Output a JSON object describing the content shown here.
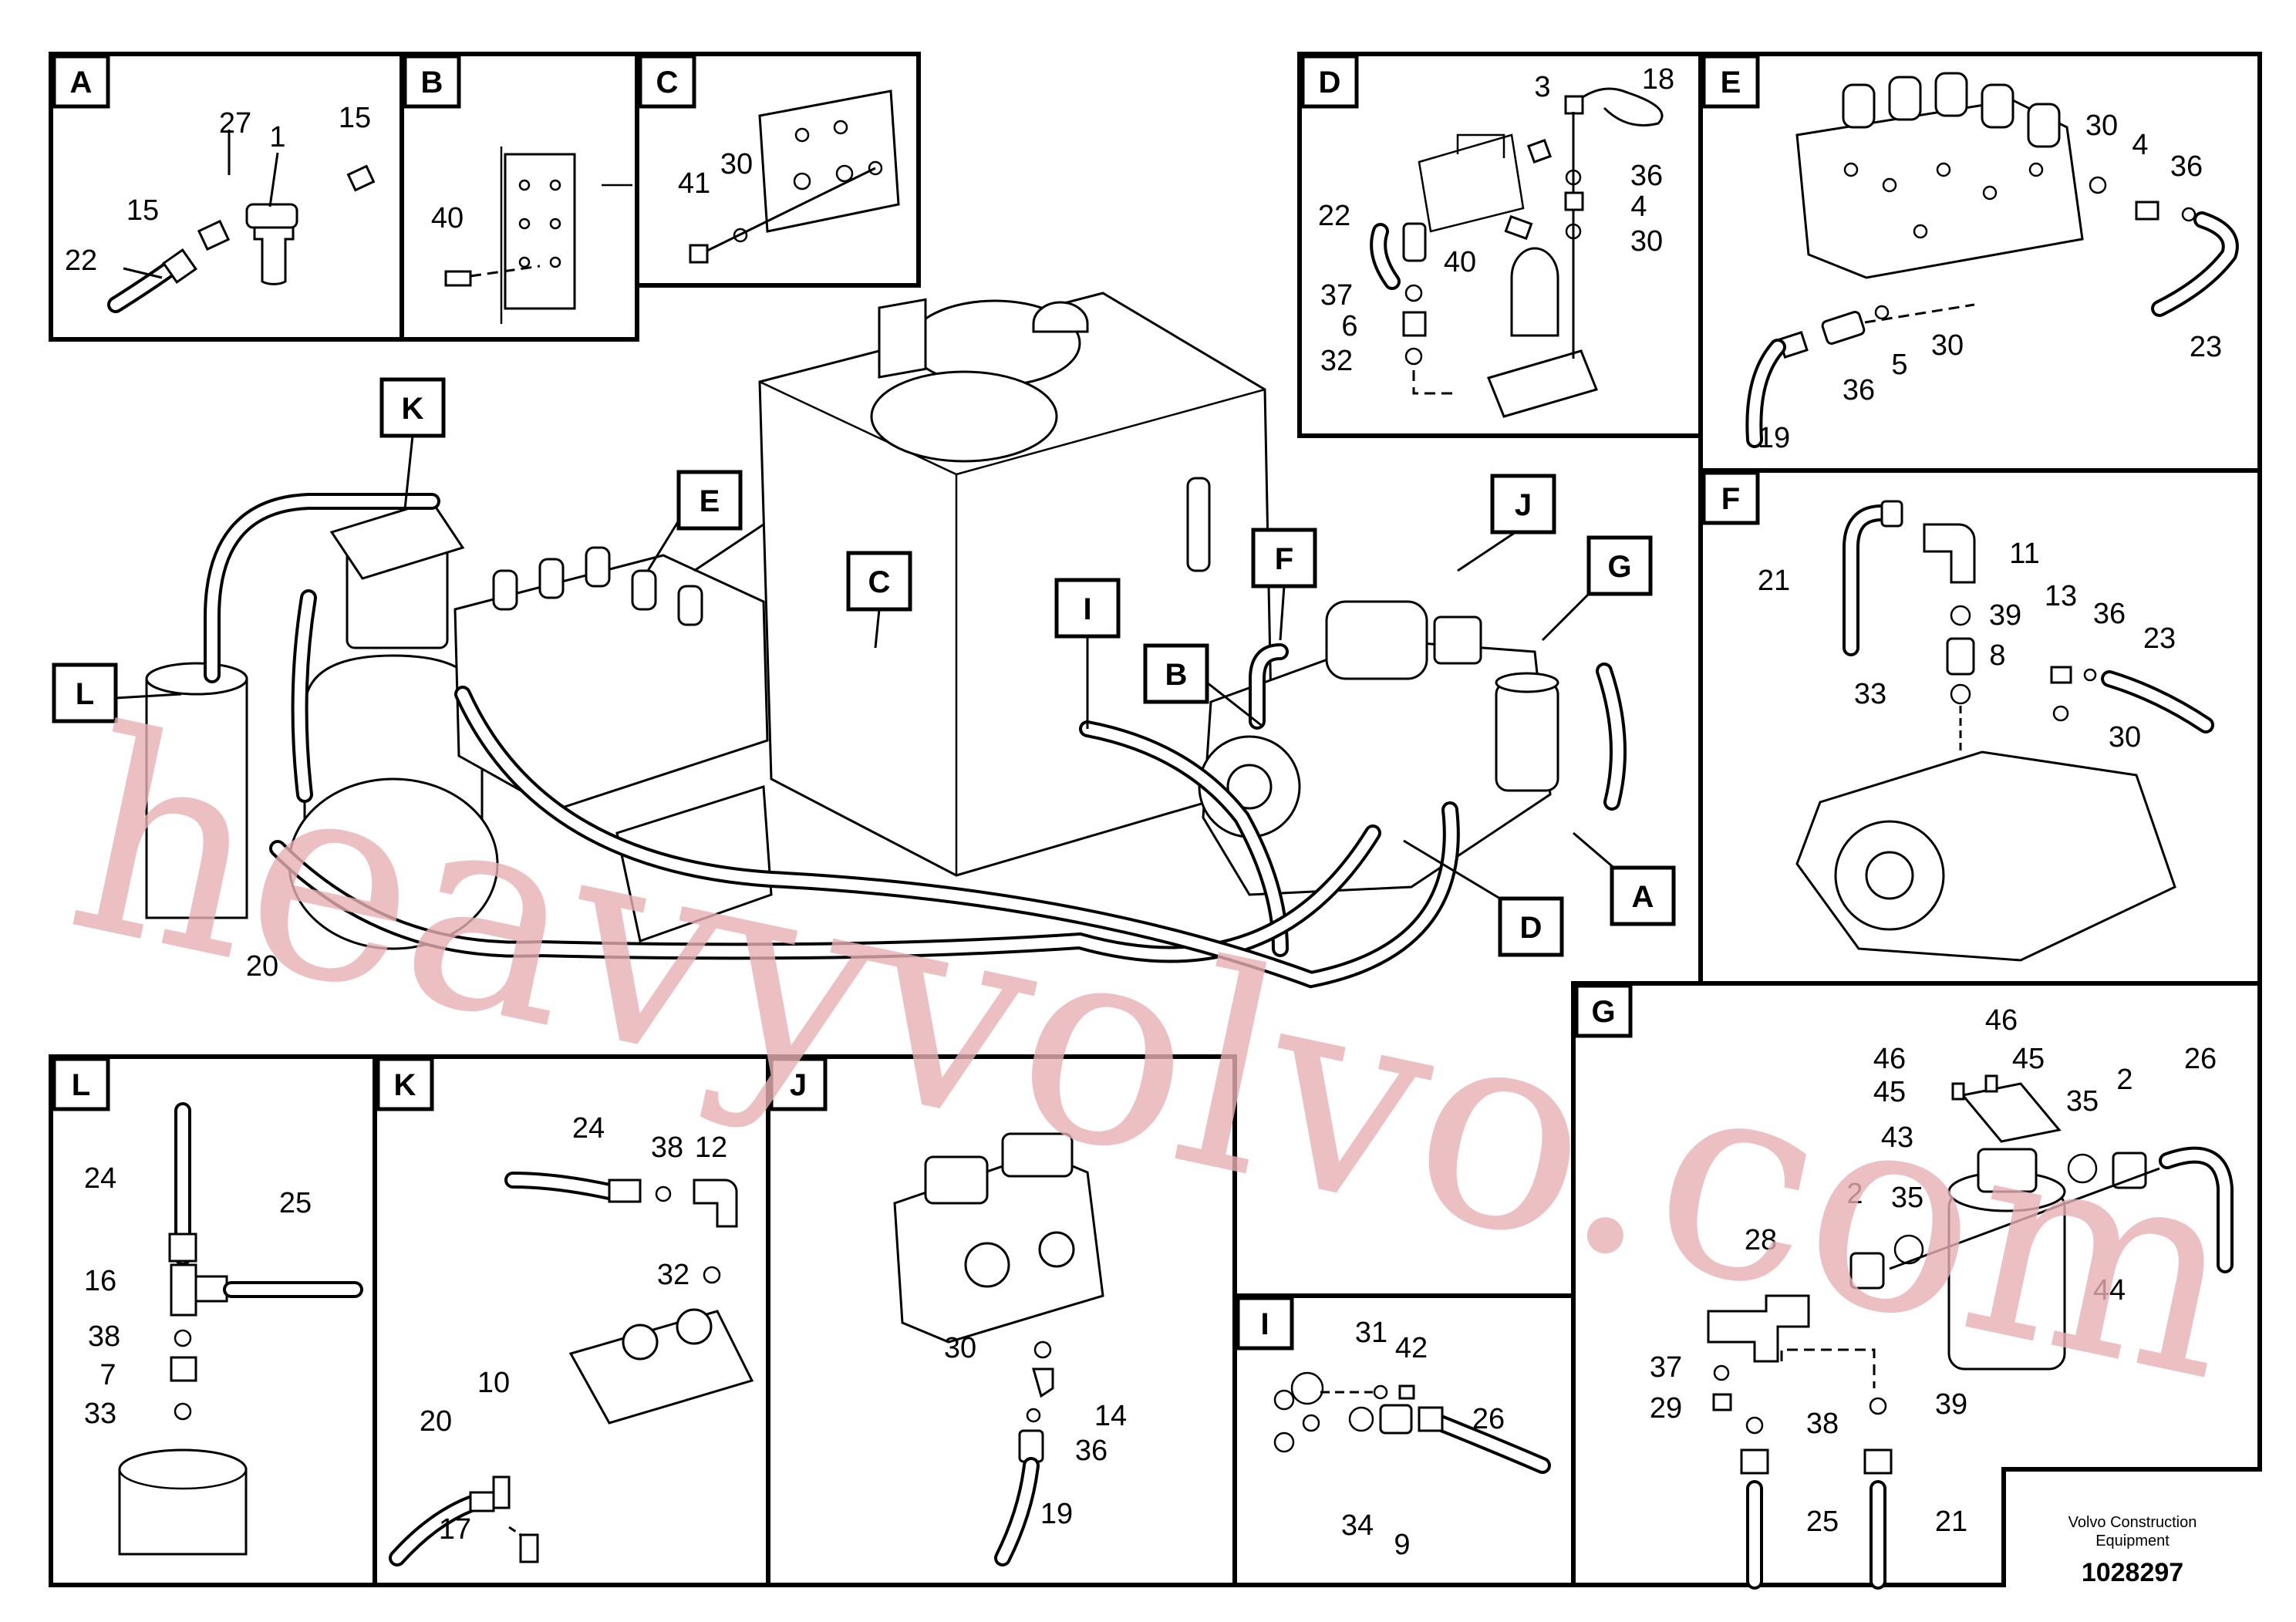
{
  "letters": [
    "A",
    "B",
    "C",
    "D",
    "E",
    "F",
    "G",
    "I",
    "J",
    "K",
    "L"
  ],
  "part_numbers": {
    "p1": "1",
    "p2": "2",
    "p3": "3",
    "p4": "4",
    "p5": "5",
    "p6": "6",
    "p7": "7",
    "p8": "8",
    "p9": "9",
    "p10": "10",
    "p11": "11",
    "p12": "12",
    "p13": "13",
    "p14": "14",
    "p15": "15",
    "p16": "16",
    "p17": "17",
    "p18": "18",
    "p19": "19",
    "p20": "20",
    "p21": "21",
    "p22": "22",
    "p23": "23",
    "p24": "24",
    "p25": "25",
    "p26": "26",
    "p27": "27",
    "p28": "28",
    "p29": "29",
    "p30": "30",
    "p31": "31",
    "p32": "32",
    "p33": "33",
    "p34": "34",
    "p35": "35",
    "p36": "36",
    "p37": "37",
    "p38": "38",
    "p39": "39",
    "p40": "40",
    "p41": "41",
    "p42": "42",
    "p43": "43",
    "p44": "44",
    "p45": "45",
    "p46": "46"
  },
  "watermark": "heavyvolvo.com",
  "footer": {
    "company_line1": "Volvo Construction",
    "company_line2": "Equipment",
    "document_number": "1028297"
  }
}
